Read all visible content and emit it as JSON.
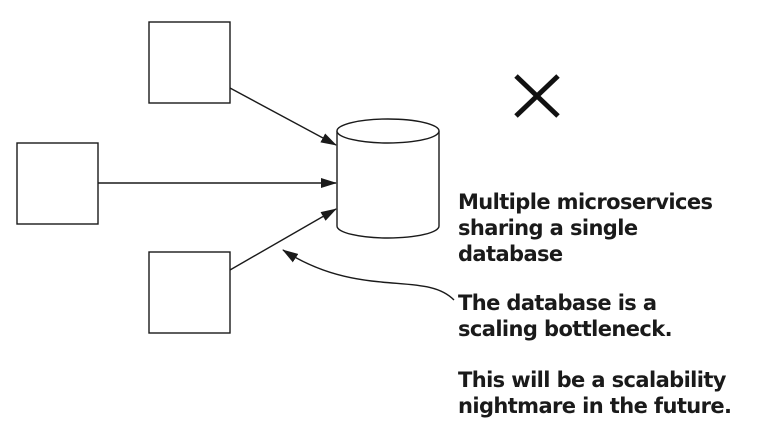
{
  "annotations": [
    {
      "id": "note-1",
      "text": "Multiple microservices\nsharing a single\ndatabase"
    },
    {
      "id": "note-2",
      "text": "The database is a\nscaling bottleneck."
    },
    {
      "id": "note-3",
      "text": "This will be a scalability\nnightmare in the future."
    }
  ],
  "nodes": [
    {
      "id": "service-top",
      "kind": "microservice"
    },
    {
      "id": "service-middle",
      "kind": "microservice"
    },
    {
      "id": "service-bottom",
      "kind": "microservice"
    },
    {
      "id": "shared-database",
      "kind": "database"
    }
  ],
  "edges": [
    {
      "from": "service-top",
      "to": "shared-database"
    },
    {
      "from": "service-middle",
      "to": "shared-database"
    },
    {
      "from": "service-bottom",
      "to": "shared-database"
    }
  ],
  "status_mark": "cross-icon",
  "colors": {
    "stroke": "#1a1a1a",
    "background": "#ffffff"
  }
}
